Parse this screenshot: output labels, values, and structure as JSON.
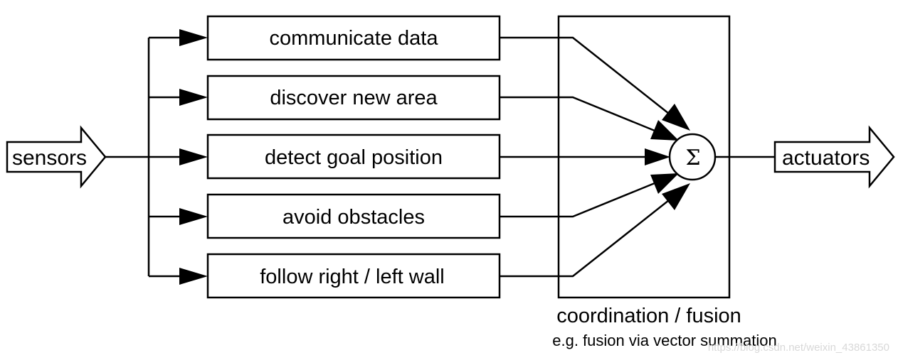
{
  "input": {
    "label": "sensors"
  },
  "behaviors": [
    {
      "label": "communicate data"
    },
    {
      "label": "discover new area"
    },
    {
      "label": "detect goal position"
    },
    {
      "label": "avoid obstacles"
    },
    {
      "label": "follow right / left wall"
    }
  ],
  "fusion": {
    "symbol": "Σ",
    "caption": "coordination / fusion",
    "subcaption": "e.g. fusion via vector summation"
  },
  "output": {
    "label": "actuators"
  },
  "watermark": "https://blog.csdn.net/weixin_43861350"
}
